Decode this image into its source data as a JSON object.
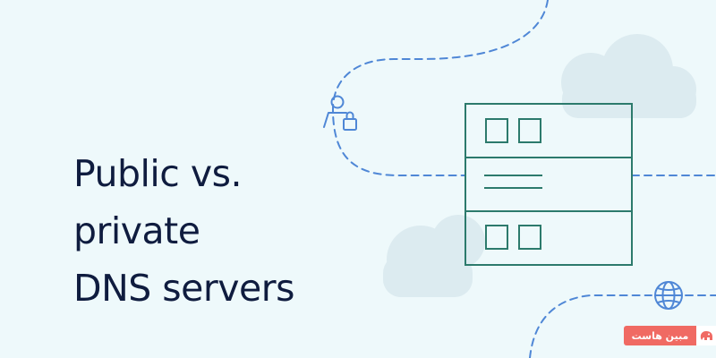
{
  "headline": {
    "line1": "Public vs.",
    "line2": "private",
    "line3": "DNS servers"
  },
  "watermark": {
    "text": "مبین هاست",
    "logo_icon": "elephant-logo-icon"
  },
  "colors": {
    "background": "#eef9fb",
    "headline": "#0f1c3f",
    "dashed_line": "#4f87d6",
    "server_outline": "#2c7a6c",
    "cloud": "#dcebf0",
    "watermark_bg": "#f06a63"
  },
  "icons": {
    "user": "user-lock-icon",
    "globe": "globe-icon",
    "server": "server-rack-icon"
  }
}
